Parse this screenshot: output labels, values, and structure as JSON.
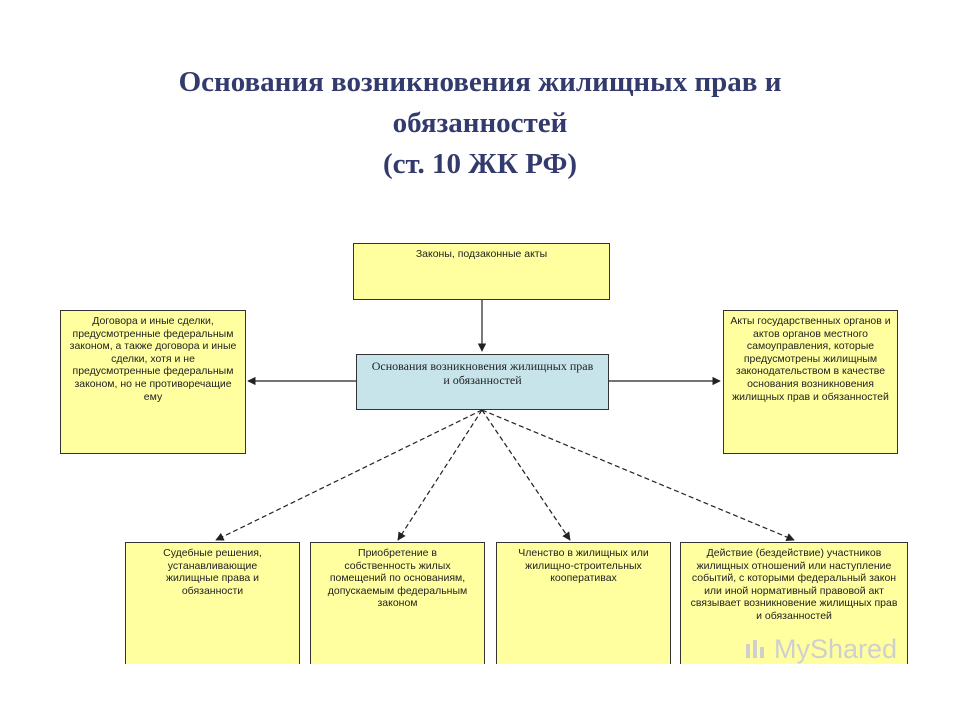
{
  "title": {
    "line1": "Основания возникновения жилищных прав и",
    "line2": "обязанностей",
    "line3": "(ст. 10 ЖК РФ)"
  },
  "diagram": {
    "top": "Законы, подзаконные акты",
    "center": "Основания возникновения жилищных прав и обязанностей",
    "left": "Договора и иные сделки, предусмотренные федеральным законом, а также договора и иные сделки, хотя и не предусмотренные федеральным законом, но не противоречащие ему",
    "right": "Акты государственных органов и актов органов местного самоуправления, которые предусмотрены жилищным законодательством в качестве основания возникновения жилищных прав и обязанностей",
    "bottom": [
      "Судебные решения, устанавливающие жилищные права и обязанности",
      "Приобретение в собственность жилых помещений по основаниям, допускаемым федеральным законом",
      "Членство в жилищных или жилищно-строительных кооперативах",
      "Действие (бездействие) участников жилищных отношений или наступление событий, с которыми федеральный закон или иной нормативный правовой акт связывает возникновение жилищных прав и обязанностей"
    ]
  },
  "watermark": {
    "text": "MyShared"
  }
}
